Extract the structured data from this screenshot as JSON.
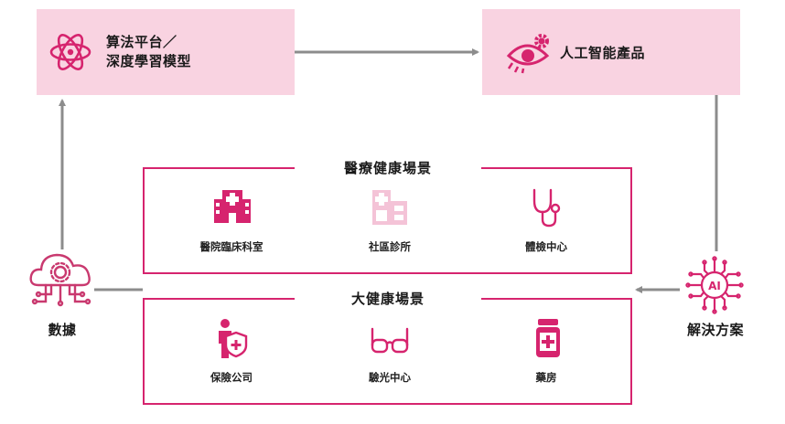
{
  "nodes": {
    "algorithm_platform": {
      "line1": "算法平台／",
      "line2": "深度學習模型"
    },
    "ai_products": {
      "label": "人工智能產品"
    },
    "data": {
      "label": "數據"
    },
    "solution": {
      "label": "解決方案"
    }
  },
  "scenes": {
    "medical": {
      "title": "醫療健康場景",
      "items": [
        {
          "label": "醫院臨床科室",
          "icon": "hospital-icon"
        },
        {
          "label": "社區診所",
          "icon": "clinic-icon"
        },
        {
          "label": "體檢中心",
          "icon": "stethoscope-icon"
        }
      ]
    },
    "health": {
      "title": "大健康場景",
      "items": [
        {
          "label": "保險公司",
          "icon": "insurance-shield-icon"
        },
        {
          "label": "驗光中心",
          "icon": "glasses-icon"
        },
        {
          "label": "藥房",
          "icon": "medicine-bottle-icon"
        }
      ]
    }
  },
  "colors": {
    "accent": "#d6246e",
    "box_fill": "#f9d3e1",
    "connector": "#8c8c8c",
    "faded_icon": "#efaac6"
  }
}
